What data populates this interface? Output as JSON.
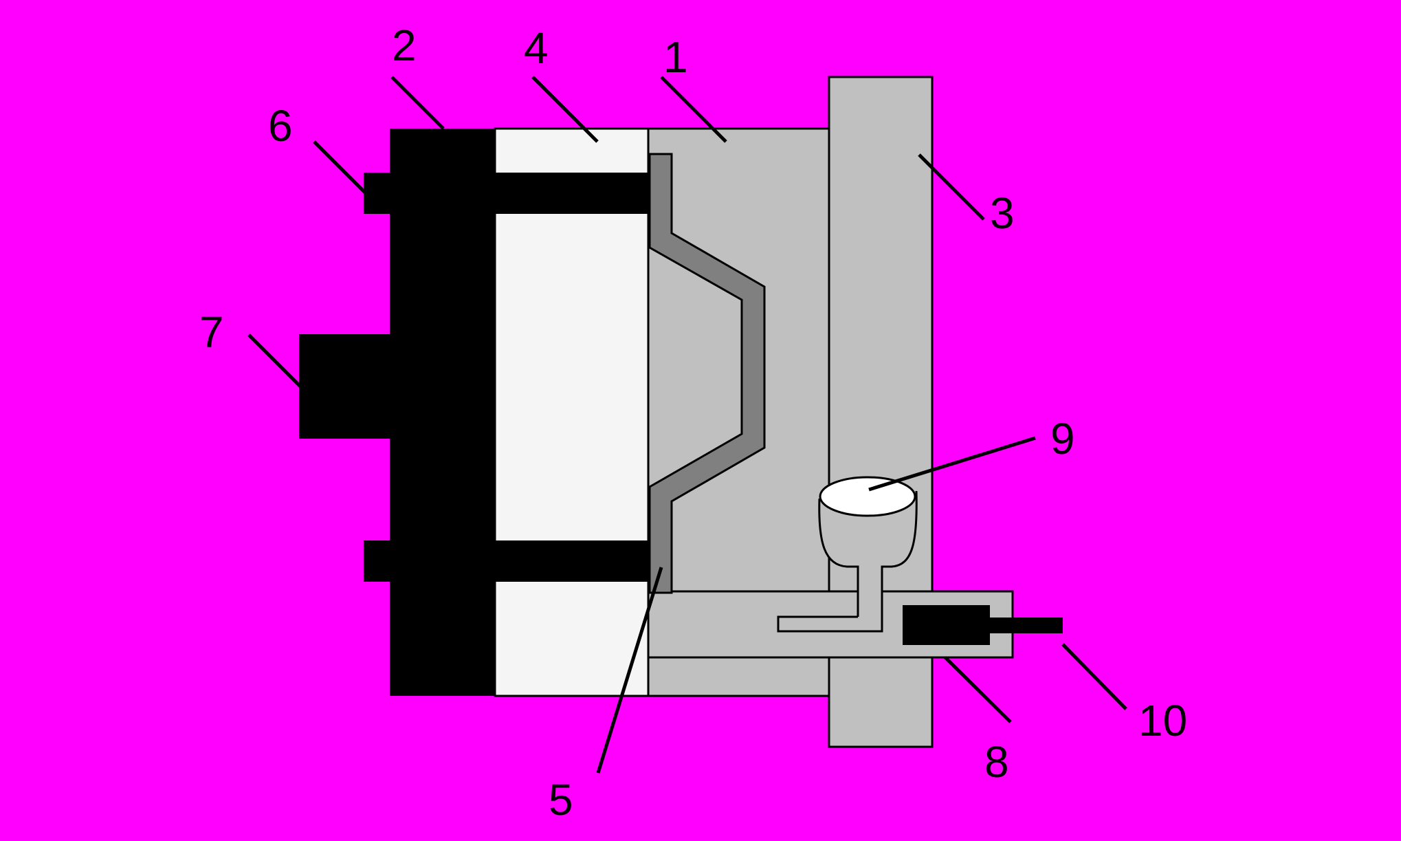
{
  "colors": {
    "background": "#ff00ff",
    "mold_insert": "#c0c0c0",
    "plate": "#f5f5f5",
    "clamp": "#000000",
    "product": "#808080",
    "outline": "#000000",
    "cup": "#ffffff"
  },
  "labels": {
    "l1": "1",
    "l2": "2",
    "l3": "3",
    "l4": "4",
    "l5": "5",
    "l6": "6",
    "l7": "7",
    "l8": "8",
    "l9": "9",
    "l10": "10"
  }
}
